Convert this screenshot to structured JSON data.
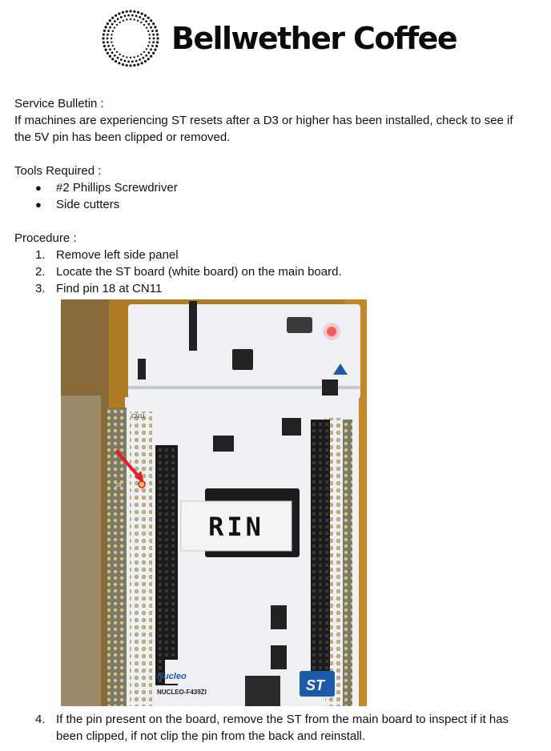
{
  "brand": {
    "name": "Bellwether Coffee",
    "logo_icon": "dotted-circle-logo"
  },
  "bulletin": {
    "heading": "Service Bulletin :",
    "summary_line1": "If machines are experiencing ST resets after a D3 or higher has been installed, check to see if",
    "summary_line2": "the 5V pin has been clipped or removed."
  },
  "tools": {
    "heading": "Tools Required :",
    "items": [
      "#2 Phillips Screwdriver",
      "Side cutters"
    ]
  },
  "procedure": {
    "heading": "Procedure :",
    "steps": [
      {
        "n": "1.",
        "text": "Remove left side panel"
      },
      {
        "n": "2.",
        "text": "Locate the ST board (white board) on the main board."
      },
      {
        "n": "3.",
        "text": "Find pin 18 at CN11"
      },
      {
        "n": "4.",
        "line1": "If the pin present on the board, remove the ST from the main board to inspect if it has",
        "line2": "been clipped, if not clip the pin from the back and reinstall."
      }
    ]
  },
  "photo": {
    "label_tape": "RIN",
    "board_model": "NUCLEO-F439ZI",
    "brand_text": "Nucleo",
    "st_logo": "ST",
    "connector_label": "CN11",
    "pin_marker": "18"
  },
  "colors": {
    "pcb_white": "#eef0f3",
    "header_black": "#161616",
    "mainboard_orange": "#c4882c",
    "arrow_red": "#e0202a"
  }
}
